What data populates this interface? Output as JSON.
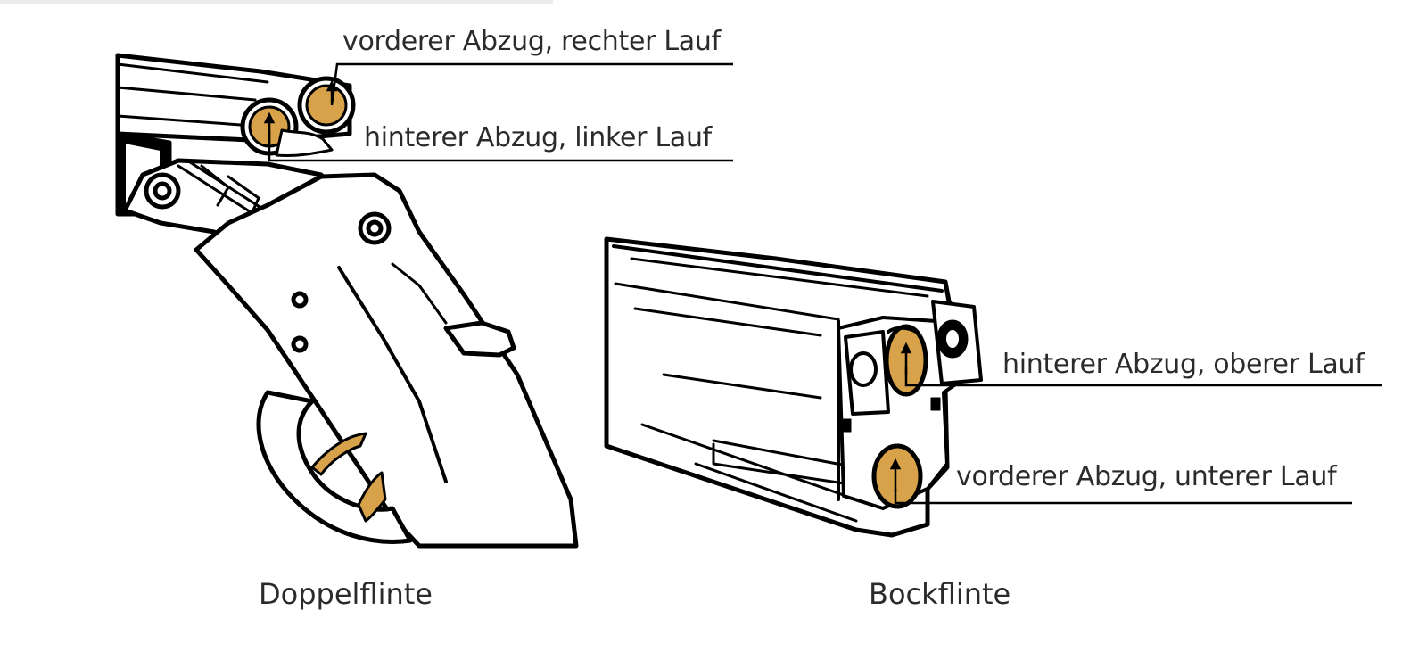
{
  "figures": {
    "doppelflinte": {
      "caption": "Doppelflinte",
      "labels": {
        "front_trigger": "vorderer Abzug, rechter Lauf",
        "rear_trigger": "hinterer Abzug, linker Lauf"
      }
    },
    "bockflinte": {
      "caption": "Bockflinte",
      "labels": {
        "rear_trigger": "hinterer Abzug, oberer Lauf",
        "front_trigger": "vorderer Abzug, unterer Lauf"
      }
    }
  },
  "colors": {
    "line": "#000000",
    "barrel_fill": "#d8a24a",
    "barrel_shade": "#b98530",
    "text": "#2b2b2b"
  },
  "icons": {
    "arrow": "up-arrow-icon"
  }
}
